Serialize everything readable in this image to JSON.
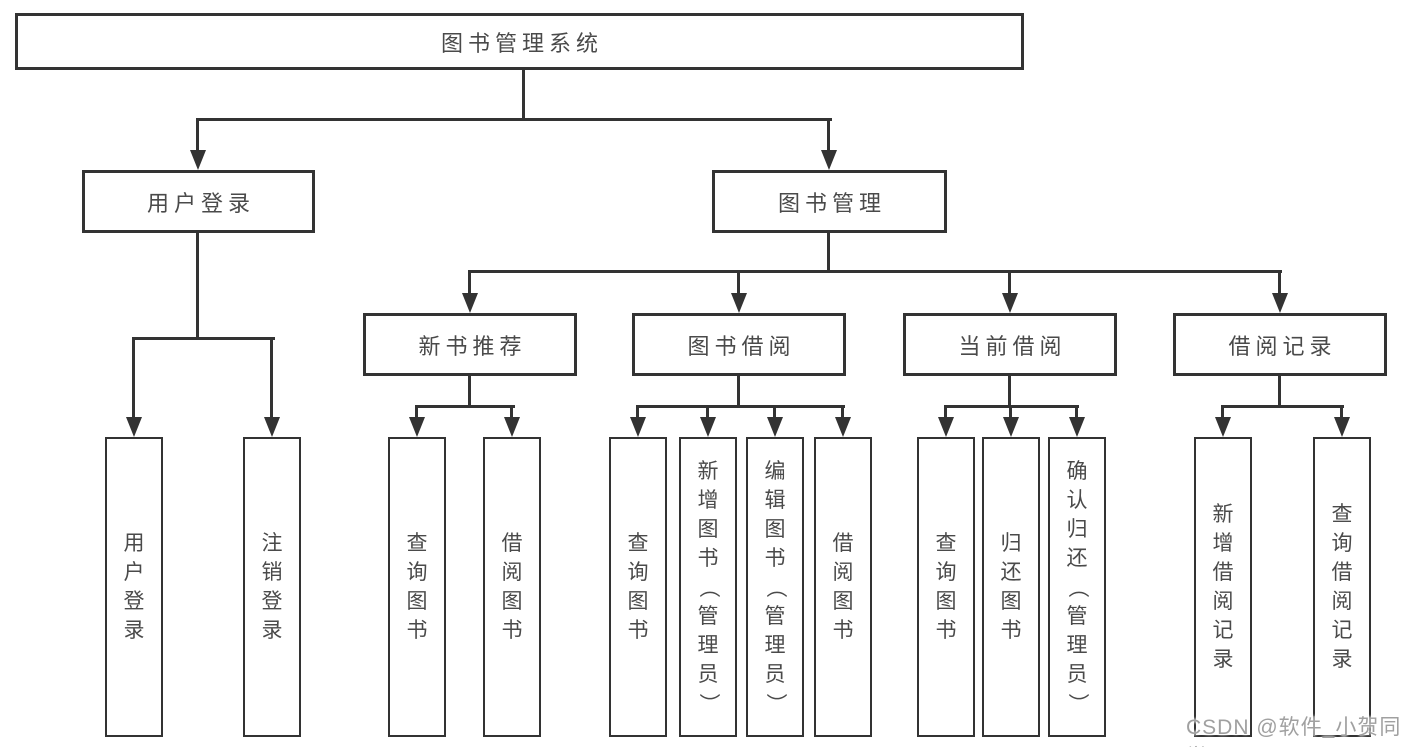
{
  "tree": {
    "root": "图书管理系统",
    "user_branch": {
      "label": "用户登录",
      "children": [
        "用户登录",
        "注销登录"
      ]
    },
    "book_branch": {
      "label": "图书管理",
      "groups": [
        {
          "label": "新书推荐",
          "children": [
            "查询图书",
            "借阅图书"
          ]
        },
        {
          "label": "图书借阅",
          "children": [
            "查询图书",
            "新增图书（管理员）",
            "编辑图书（管理员）",
            "借阅图书"
          ]
        },
        {
          "label": "当前借阅",
          "children": [
            "查询图书",
            "归还图书",
            "确认归还（管理员）"
          ]
        },
        {
          "label": "借阅记录",
          "children": [
            "新增借阅记录",
            "查询借阅记录"
          ]
        }
      ]
    }
  },
  "watermark": "CSDN @软件_小贺同学",
  "colors": {
    "line": "#333333",
    "node_border": "#333333",
    "text": "#4a4a4a",
    "background": "#ffffff",
    "watermark": "#a0a0a0"
  }
}
